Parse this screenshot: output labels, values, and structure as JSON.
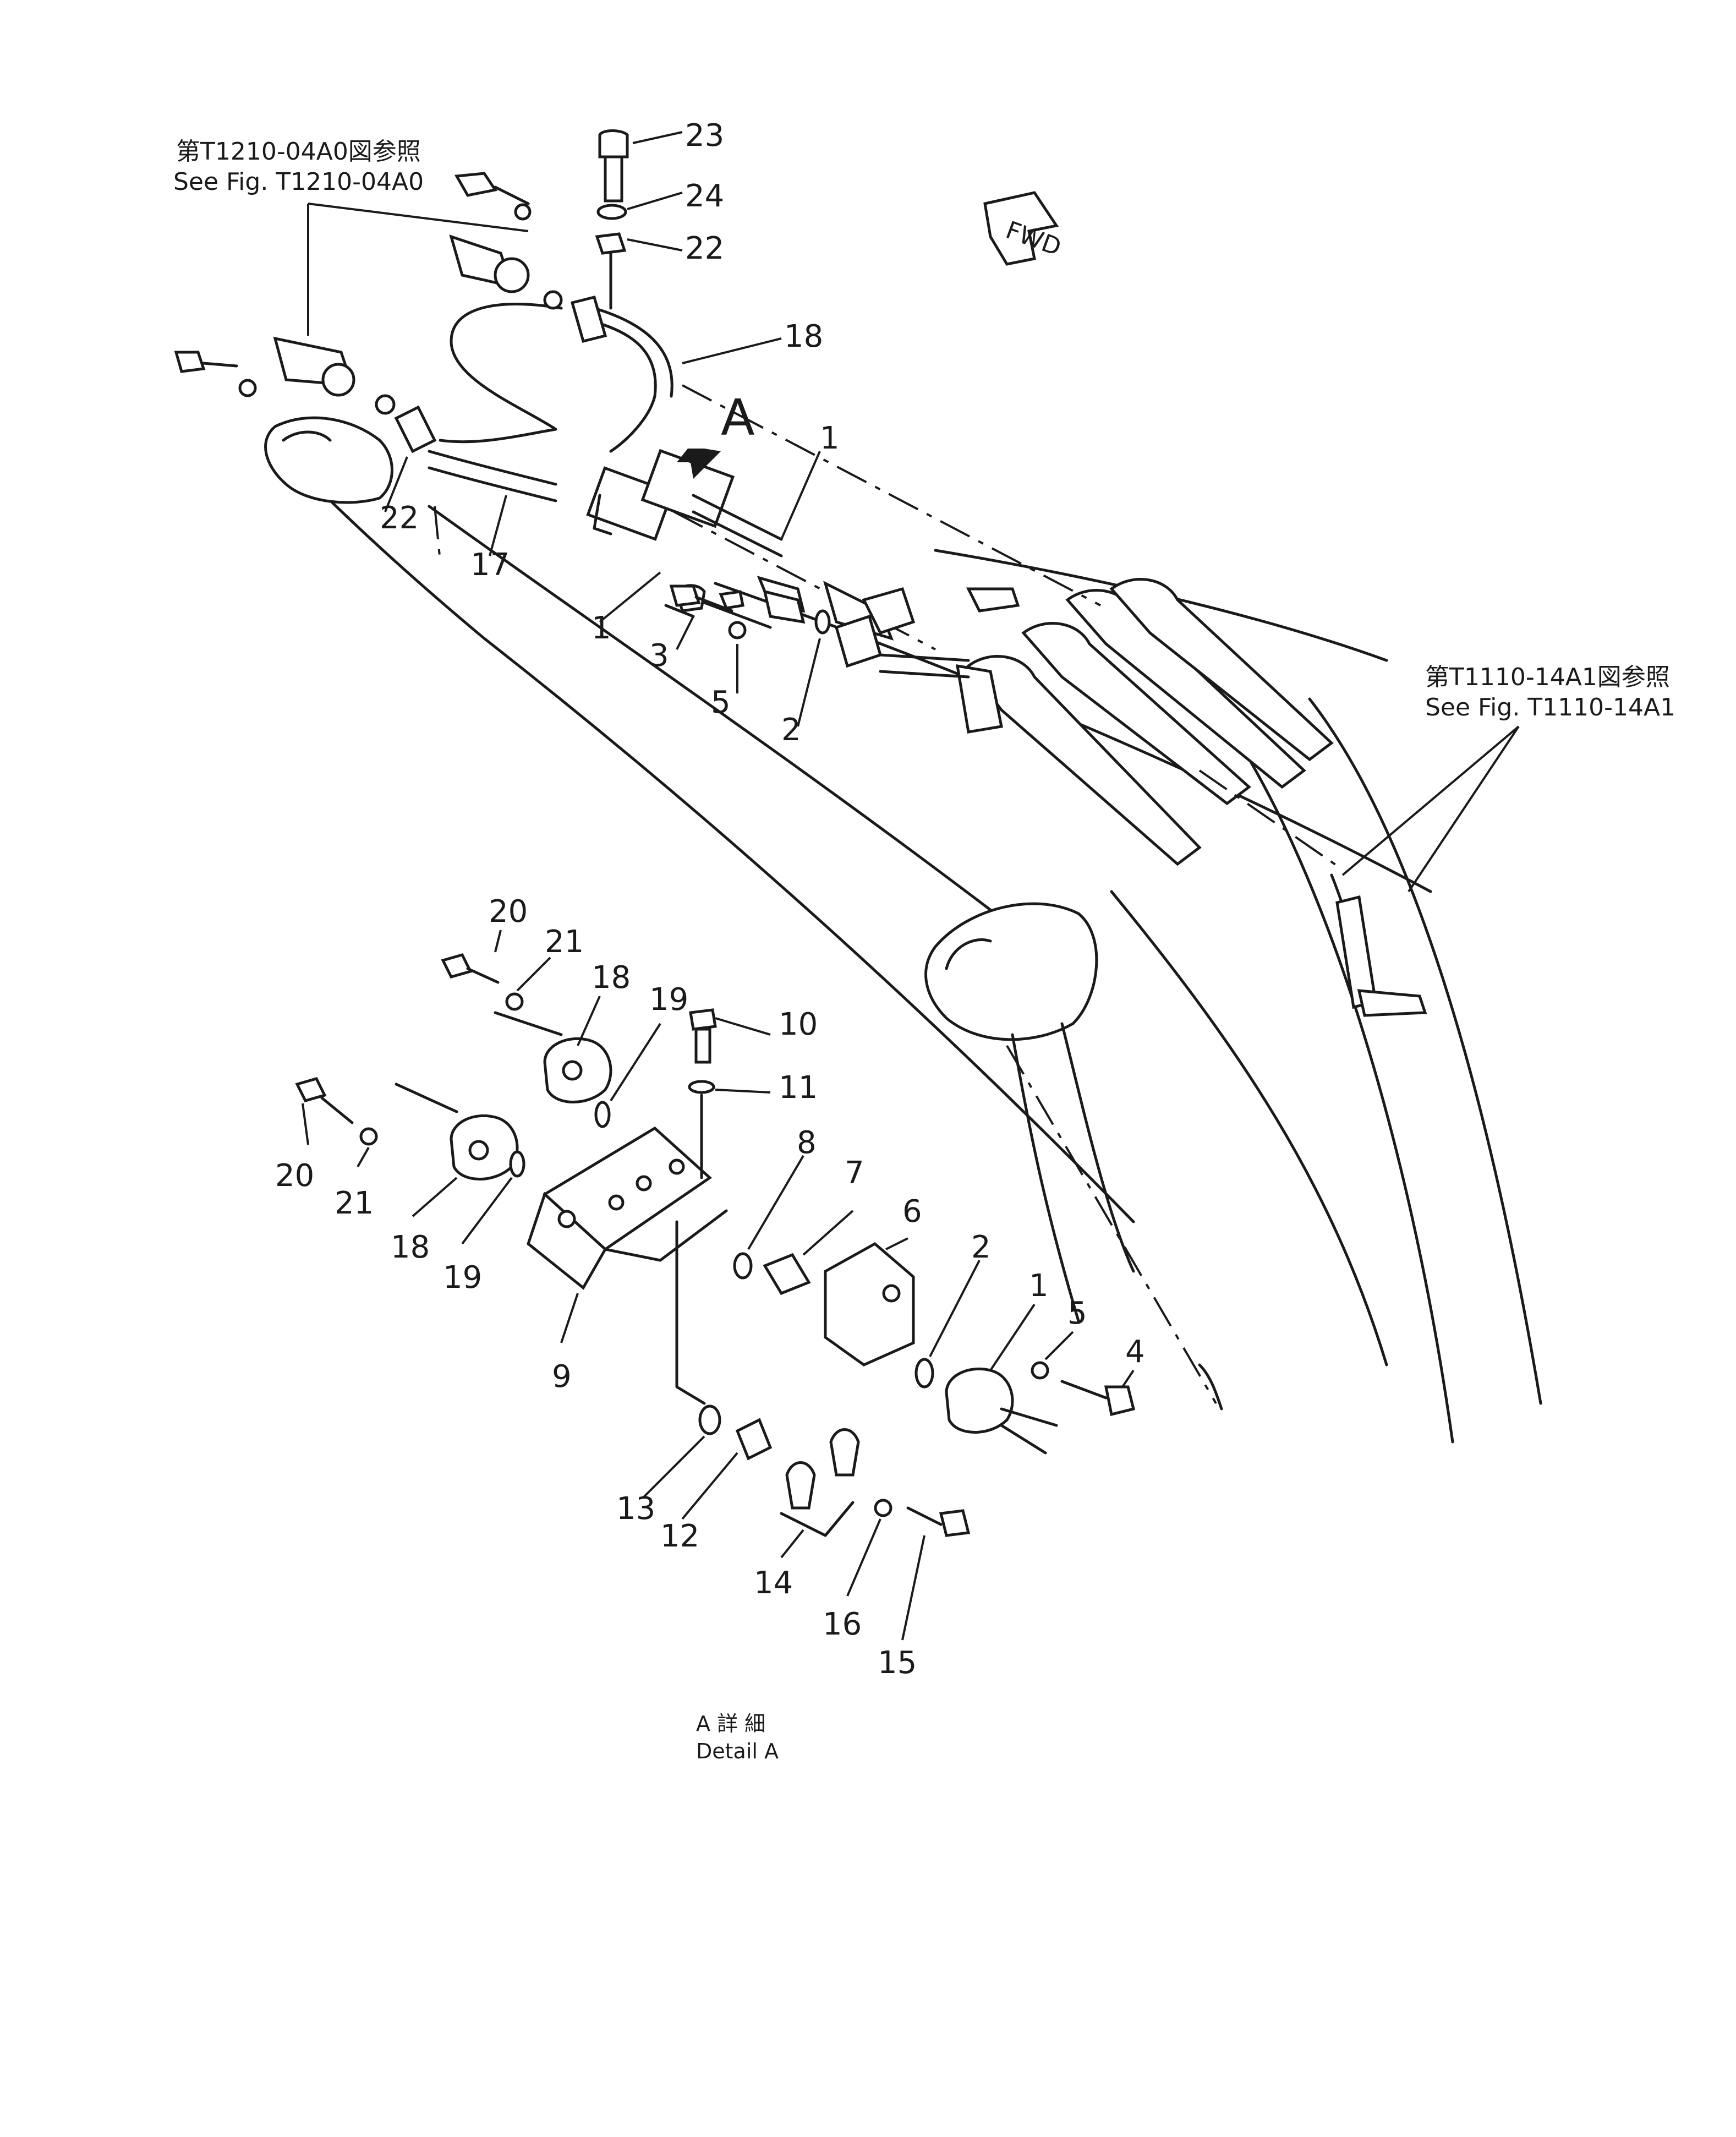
{
  "references": {
    "top_left_jp": "第T1210-04A0図参照",
    "top_left_en": "See  Fig. T1210-04A0",
    "right_jp": "第T1110-14A1図参照",
    "right_en": "See  Fig. T1110-14A1"
  },
  "direction_label": "FWD",
  "detail_marker": "A",
  "caption": {
    "jp": "A  詳 細",
    "en": "Detail  A"
  },
  "callouts": [
    {
      "id": "c23",
      "text": "23"
    },
    {
      "id": "c24",
      "text": "24"
    },
    {
      "id": "c22a",
      "text": "22"
    },
    {
      "id": "c18a",
      "text": "18"
    },
    {
      "id": "c1a",
      "text": "1"
    },
    {
      "id": "c22b",
      "text": "22"
    },
    {
      "id": "c17",
      "text": "17"
    },
    {
      "id": "c1b",
      "text": "1"
    },
    {
      "id": "c3",
      "text": "3"
    },
    {
      "id": "c5a",
      "text": "5"
    },
    {
      "id": "c2a",
      "text": "2"
    },
    {
      "id": "c20a",
      "text": "20"
    },
    {
      "id": "c21a",
      "text": "21"
    },
    {
      "id": "c18b",
      "text": "18"
    },
    {
      "id": "c19a",
      "text": "19"
    },
    {
      "id": "c10",
      "text": "10"
    },
    {
      "id": "c11",
      "text": "11"
    },
    {
      "id": "c20b",
      "text": "20"
    },
    {
      "id": "c21b",
      "text": "21"
    },
    {
      "id": "c18c",
      "text": "18"
    },
    {
      "id": "c19b",
      "text": "19"
    },
    {
      "id": "c8",
      "text": "8"
    },
    {
      "id": "c7",
      "text": "7"
    },
    {
      "id": "c6",
      "text": "6"
    },
    {
      "id": "c9",
      "text": "9"
    },
    {
      "id": "c2b",
      "text": "2"
    },
    {
      "id": "c1c",
      "text": "1"
    },
    {
      "id": "c5b",
      "text": "5"
    },
    {
      "id": "c4",
      "text": "4"
    },
    {
      "id": "c13",
      "text": "13"
    },
    {
      "id": "c12",
      "text": "12"
    },
    {
      "id": "c14",
      "text": "14"
    },
    {
      "id": "c16",
      "text": "16"
    },
    {
      "id": "c15",
      "text": "15"
    }
  ]
}
